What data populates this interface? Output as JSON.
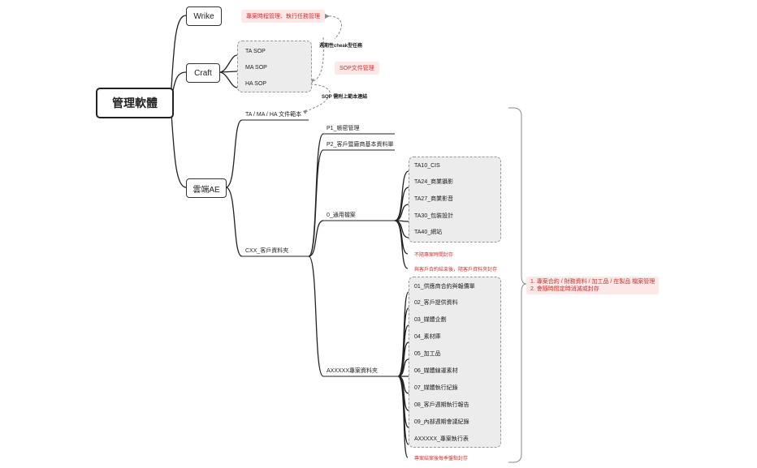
{
  "root": "管理軟體",
  "branches": {
    "wrike": "Wrike",
    "craft": "Craft",
    "ae": "雲端AE"
  },
  "annotations": {
    "wrike_note": "專案時程管理、執行任務管理",
    "checklist_note": "週期性cheak型任務",
    "sop_doc": "SOP文件管理",
    "sop_link": "SOP 需附上範本連結"
  },
  "craft_sops": [
    "TA SOP",
    "MA SOP",
    "HA SOP"
  ],
  "ae": {
    "template": "TA / MA / HA 文件範本",
    "cxx": "CXX_客戶資料夾",
    "p1": "P1_帳密管理",
    "p2": "P2_客戶暨廠商基本資料單",
    "common": "0_通用檔案",
    "common_items": [
      "TA10_CIS",
      "TA24_商業攝影",
      "TA27_商業影音",
      "TA30_包裝設計",
      "TA40_網站"
    ],
    "common_note1": "不隨專案時間封存",
    "common_note2": "與客戶合約結束後，隨客戶資料夾封存",
    "project": "AXXXXX專案資料夾",
    "project_items": [
      "01_供應商合約與報價單",
      "02_客戶提供資料",
      "03_媒體企劃",
      "04_素材庫",
      "05_加工品",
      "06_媒體線運素材",
      "07_媒體執行紀錄",
      "08_客戶週期執行報告",
      "09_內部週期會議紀錄",
      "AXXXXX_專案執行表"
    ],
    "project_note": "專案結案後每季盤點封存"
  },
  "archive_notes": [
    "1. 專案合約 / 財務資料 / 加工品 / 在製品 檔案管理",
    "2. 會隨時間定時消滅或封存"
  ]
}
